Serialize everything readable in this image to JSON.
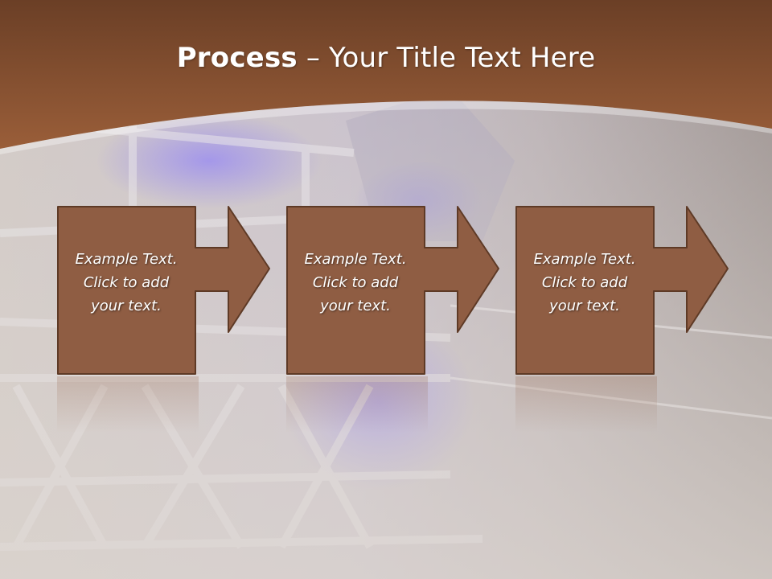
{
  "title": {
    "bold": "Process",
    "rest": " – Your Title Text Here"
  },
  "colors": {
    "header": "#8d5332",
    "box_fill": "#8f5d43",
    "box_border": "#5e3a26",
    "background": "#d9d2cc"
  },
  "steps": [
    {
      "line1": "Example Text.",
      "line2": "Click  to add",
      "line3": "your text."
    },
    {
      "line1": "Example Text.",
      "line2": "Click  to add",
      "line3": "your text."
    },
    {
      "line1": "Example Text.",
      "line2": "Click  to add",
      "line3": "your text."
    }
  ]
}
